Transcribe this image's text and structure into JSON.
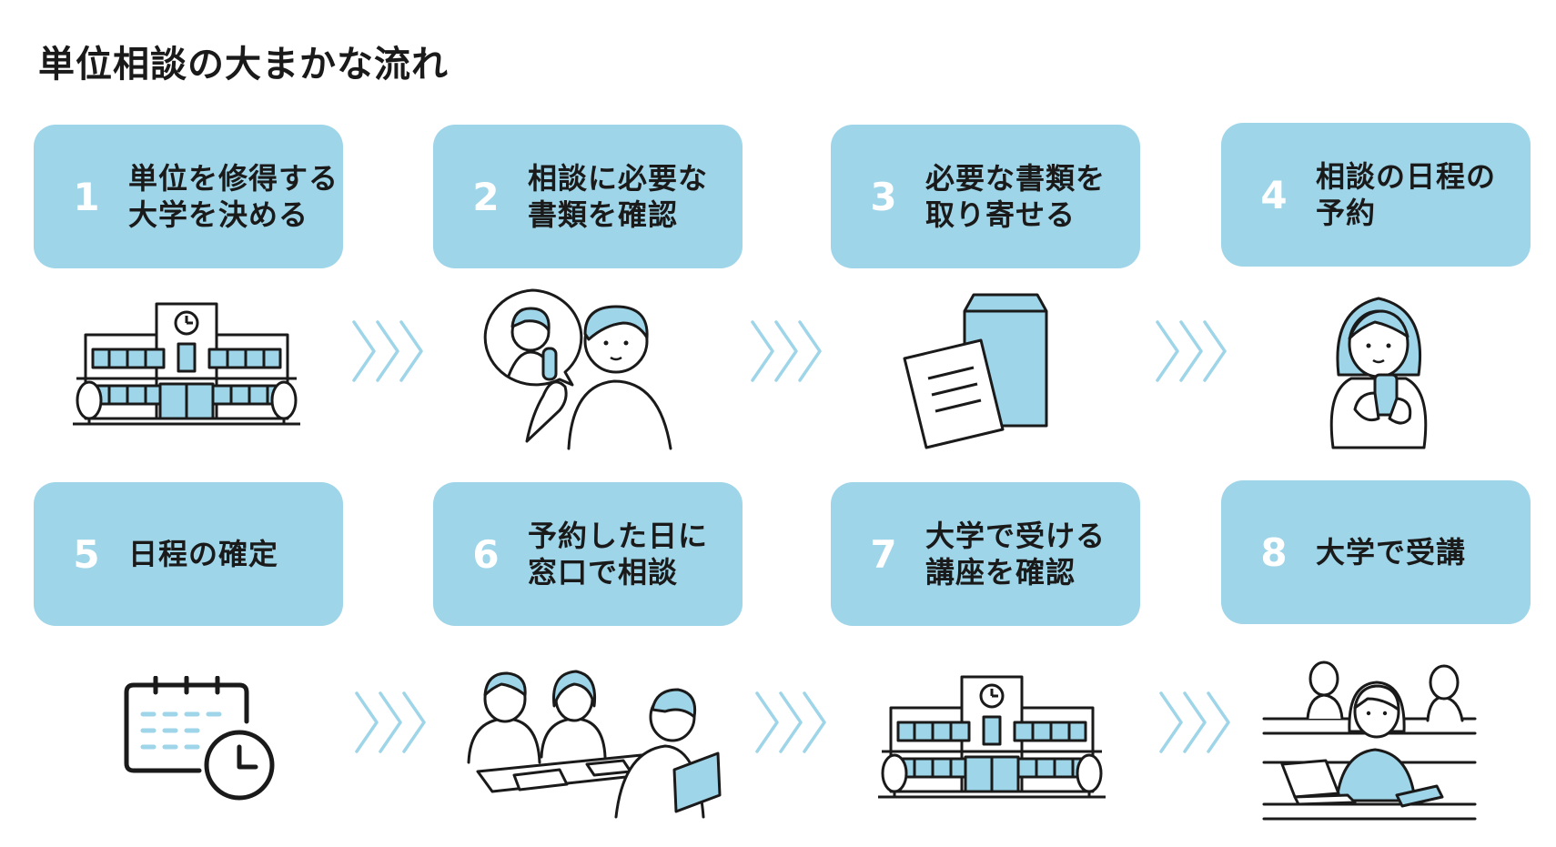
{
  "title": "単位相談の大まかな流れ",
  "colors": {
    "card": "#9fd5e8",
    "accent": "#9fd5e8",
    "line": "#1a1a1a",
    "number": "#ffffff"
  },
  "steps": [
    {
      "number": "1",
      "label": "単位を修得する\n大学を決める",
      "icon": "school-building-icon"
    },
    {
      "number": "2",
      "label": "相談に必要な\n書類を確認",
      "icon": "phone-call-icon"
    },
    {
      "number": "3",
      "label": "必要な書類を\n取り寄せる",
      "icon": "documents-envelope-icon"
    },
    {
      "number": "4",
      "label": "相談の日程の\n予約",
      "icon": "woman-smartphone-icon"
    },
    {
      "number": "5",
      "label": "日程の確定",
      "icon": "calendar-clock-icon"
    },
    {
      "number": "6",
      "label": "予約した日に\n窓口で相談",
      "icon": "counter-consultation-icon"
    },
    {
      "number": "7",
      "label": "大学で受ける\n講座を確認",
      "icon": "school-building-icon"
    },
    {
      "number": "8",
      "label": "大学で受講",
      "icon": "lecture-class-icon"
    }
  ]
}
